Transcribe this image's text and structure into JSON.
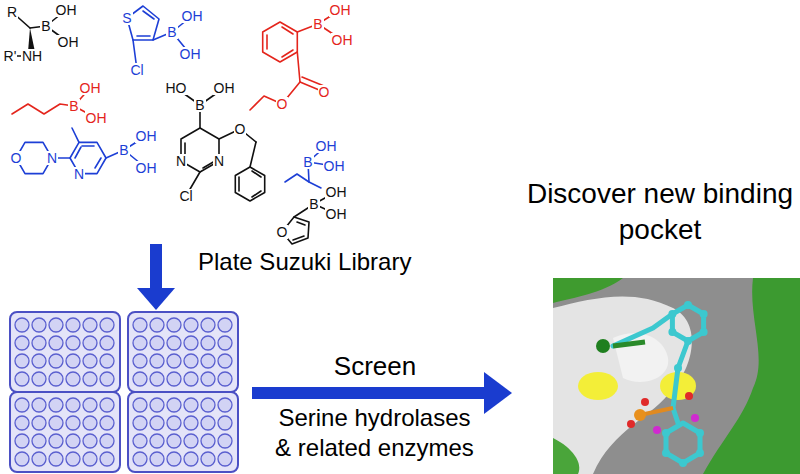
{
  "diagram": {
    "nodes": [
      {
        "text": [
          "Discover new binding pocket"
        ]
      }
    ],
    "labels": [
      "Plate Suzuki Library",
      "Screen",
      "Serine hydrolases & related enzymes",
      "R",
      "B",
      "OH",
      "OH",
      "NH",
      "R'",
      "S",
      "B",
      "OH",
      "OH",
      "Cl",
      "B",
      "OH",
      "OH",
      "O",
      "O",
      "B",
      "OH",
      "OH",
      "HO",
      "B",
      "OH",
      "N",
      "N",
      "O",
      "Cl",
      "O",
      "N",
      "N",
      "B",
      "OH",
      "OH",
      "B",
      "OH",
      "OH",
      "O",
      "B",
      "OH",
      "OH"
    ]
  }
}
